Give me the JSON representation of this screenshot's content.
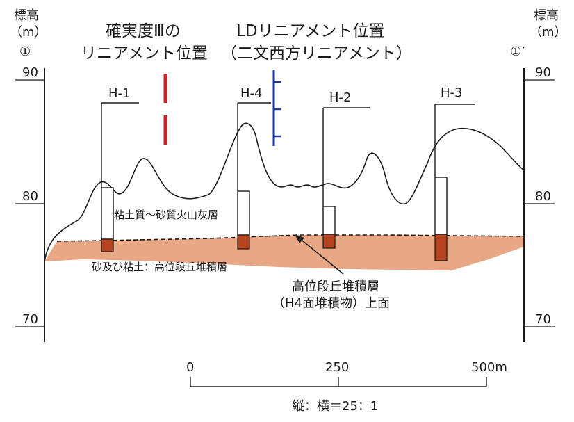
{
  "left_axis": {
    "title": "標高",
    "unit": "（m）",
    "marker": "①"
  },
  "right_axis": {
    "title": "標高",
    "unit": "（m）",
    "marker": "①’"
  },
  "ticks": [
    "90",
    "80",
    "70"
  ],
  "titles": {
    "red_line_1": "確実度Ⅲの",
    "red_line_2": "リニアメント位置",
    "blue_line_1": "LDリニアメント位置",
    "blue_line_2": "（二文西方リニアメント）"
  },
  "boreholes": [
    {
      "name": "H-1"
    },
    {
      "name": "H-4"
    },
    {
      "name": "H-2"
    },
    {
      "name": "H-3"
    }
  ],
  "labels": {
    "clay_layer": "粘土質～砂質火山灰層",
    "terrace_layer": "砂及び粘土：高位段丘堆積層",
    "upper_surface_1": "高位段丘堆積層",
    "upper_surface_2": "（H4面堆積物）上面"
  },
  "scale_bar": {
    "ticks": [
      "0",
      "250",
      "500m"
    ],
    "ratio": "縦：横＝25：1"
  },
  "colors": {
    "deposit": "#e8a886",
    "core": "#b5441f",
    "red_line": "#c8202a",
    "blue_line": "#1f3a9a",
    "ink": "#1a1a1a"
  }
}
